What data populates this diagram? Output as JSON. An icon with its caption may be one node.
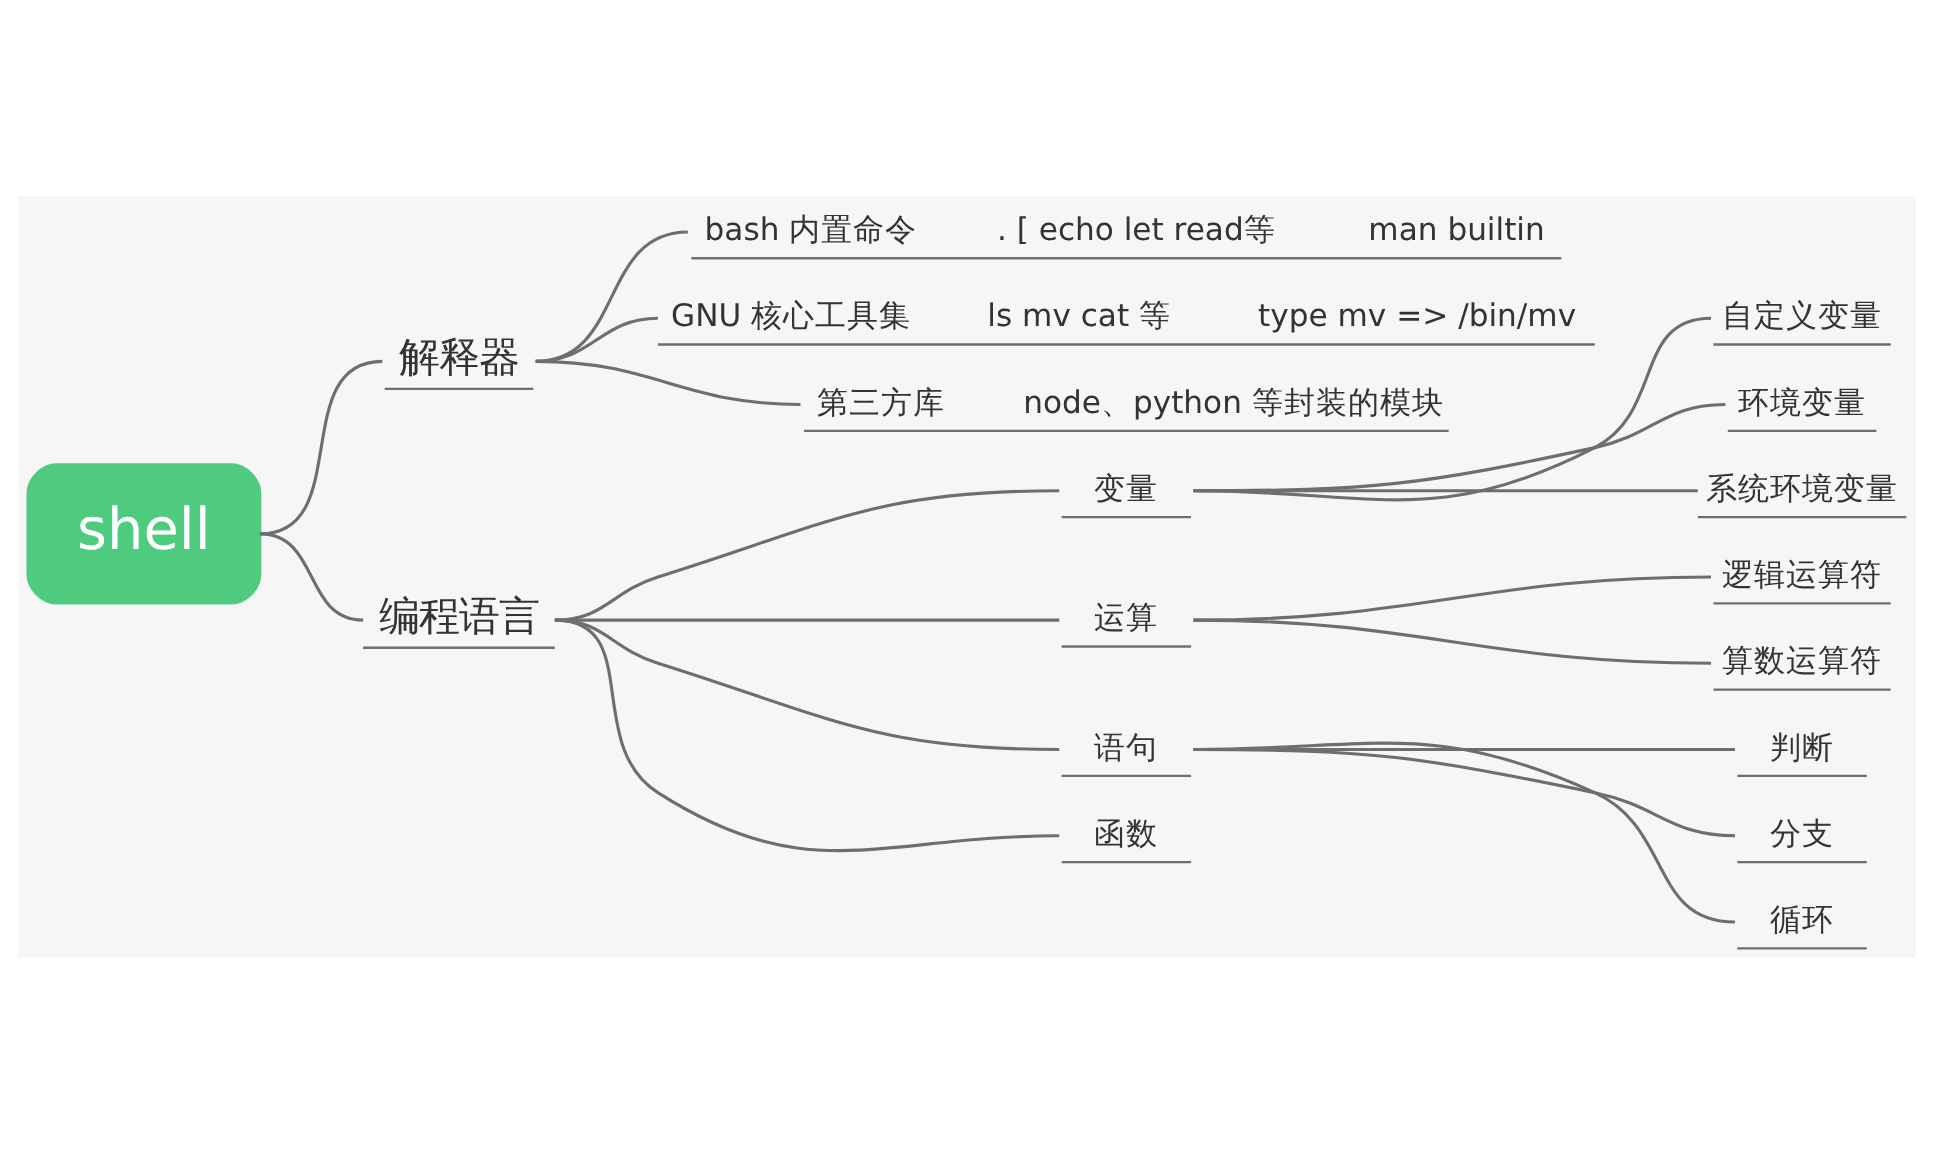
{
  "diagram": {
    "nodes": [
      {
        "text": [
          "shell"
        ]
      },
      {
        "text": [
          "解释器"
        ]
      },
      {
        "text": [
          "bash 内置命令",
          ". [ echo let read等",
          "man builtin"
        ]
      },
      {
        "text": [
          "GNU 核心工具集",
          "ls mv cat 等",
          "type mv => /bin/mv"
        ]
      },
      {
        "text": [
          "第三方库",
          "node、python 等封装的模块"
        ]
      },
      {
        "text": [
          "编程语言"
        ]
      },
      {
        "text": [
          "变量"
        ]
      },
      {
        "text": [
          "自定义变量"
        ]
      },
      {
        "text": [
          "环境变量"
        ]
      },
      {
        "text": [
          "系统环境变量"
        ]
      },
      {
        "text": [
          "运算"
        ]
      },
      {
        "text": [
          "逻辑运算符"
        ]
      },
      {
        "text": [
          "算数运算符"
        ]
      },
      {
        "text": [
          "语句"
        ]
      },
      {
        "text": [
          "判断"
        ]
      },
      {
        "text": [
          "分支"
        ]
      },
      {
        "text": [
          "循环"
        ]
      },
      {
        "text": [
          "函数"
        ]
      }
    ],
    "edges": [
      {
        "from": 0,
        "to": 1,
        "arrow": "none"
      },
      {
        "from": 1,
        "to": 2,
        "arrow": "none"
      },
      {
        "from": 1,
        "to": 3,
        "arrow": "none"
      },
      {
        "from": 1,
        "to": 4,
        "arrow": "none"
      },
      {
        "from": 0,
        "to": 5,
        "arrow": "none"
      },
      {
        "from": 5,
        "to": 6,
        "arrow": "none"
      },
      {
        "from": 6,
        "to": 7,
        "arrow": "none"
      },
      {
        "from": 6,
        "to": 8,
        "arrow": "none"
      },
      {
        "from": 6,
        "to": 9,
        "arrow": "none"
      },
      {
        "from": 5,
        "to": 10,
        "arrow": "none"
      },
      {
        "from": 10,
        "to": 11,
        "arrow": "none"
      },
      {
        "from": 10,
        "to": 12,
        "arrow": "none"
      },
      {
        "from": 5,
        "to": 13,
        "arrow": "none"
      },
      {
        "from": 13,
        "to": 14,
        "arrow": "none"
      },
      {
        "from": 13,
        "to": 15,
        "arrow": "none"
      },
      {
        "from": 13,
        "to": 16,
        "arrow": "none"
      },
      {
        "from": 5,
        "to": 17,
        "arrow": "none"
      }
    ]
  }
}
